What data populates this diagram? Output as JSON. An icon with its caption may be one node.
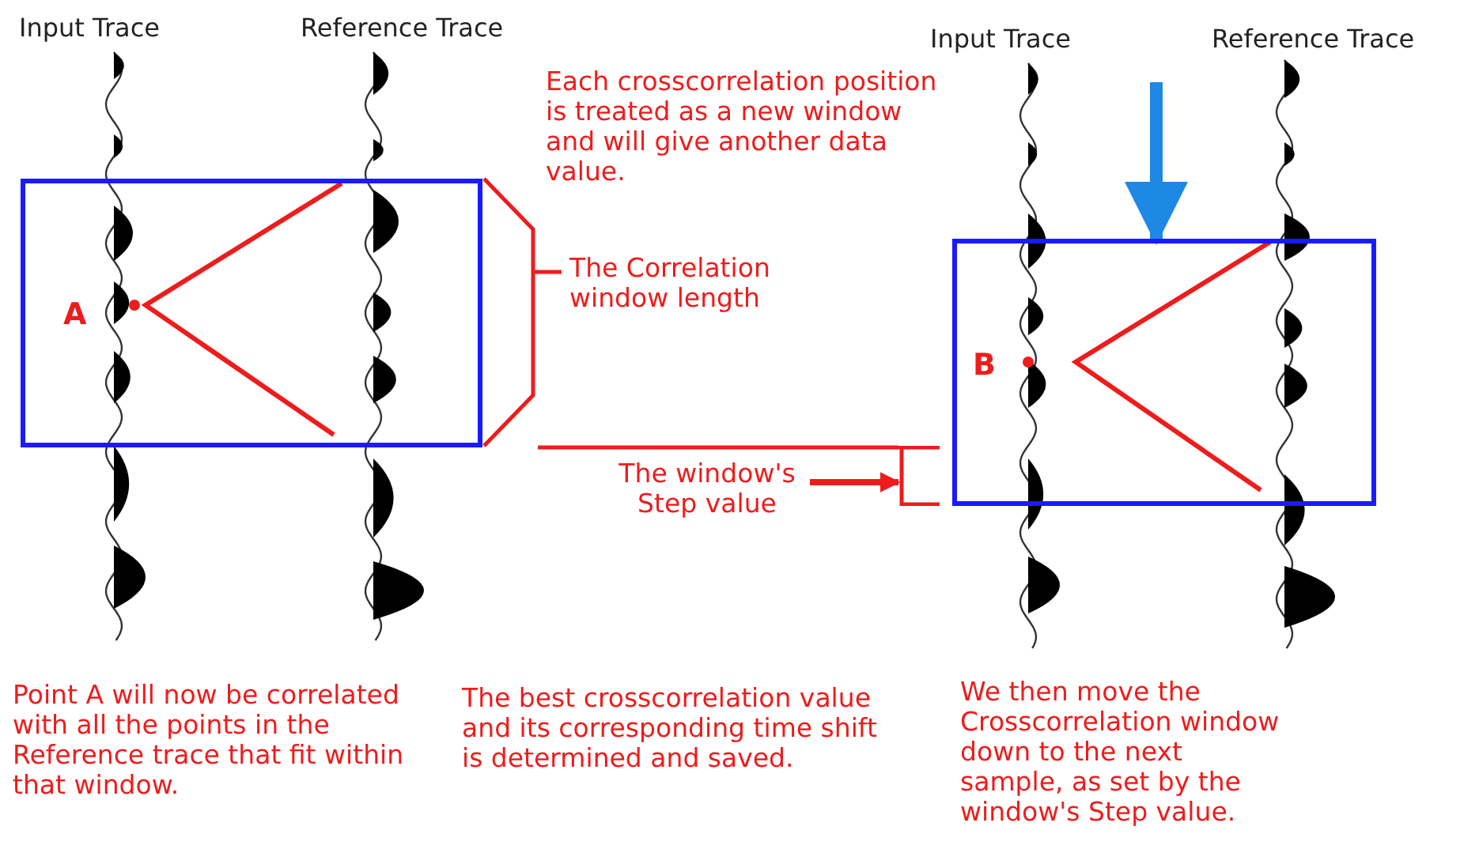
{
  "diagram": {
    "nodes": [
      {
        "text": [
          "A"
        ]
      },
      {
        "text": [
          "B"
        ]
      },
      {
        "text": [
          "The window's Step value"
        ]
      },
      {
        "text": [],
        "shape": "bracket"
      }
    ],
    "edges": [
      {
        "from": 2,
        "to": 3,
        "arrow": "to",
        "color": "#ee1c1c"
      },
      {
        "from": null,
        "to": 1,
        "arrow": "to",
        "style": "thick",
        "color": "#1e88e5"
      }
    ],
    "labels": [
      "Input Trace",
      "Reference Trace",
      "Input Trace",
      "Reference Trace",
      "Each crosscorrelation position is treated as a new window and will give another data value.",
      "The Correlation window length",
      "Point A will now be correlated with all the points in the Reference trace that fit within that window.",
      "The best crosscorrelation value and its corresponding time shift is determined and saved.",
      "We then move the Crosscorrelation window down to the next sample, as set by the window's Step value."
    ]
  }
}
